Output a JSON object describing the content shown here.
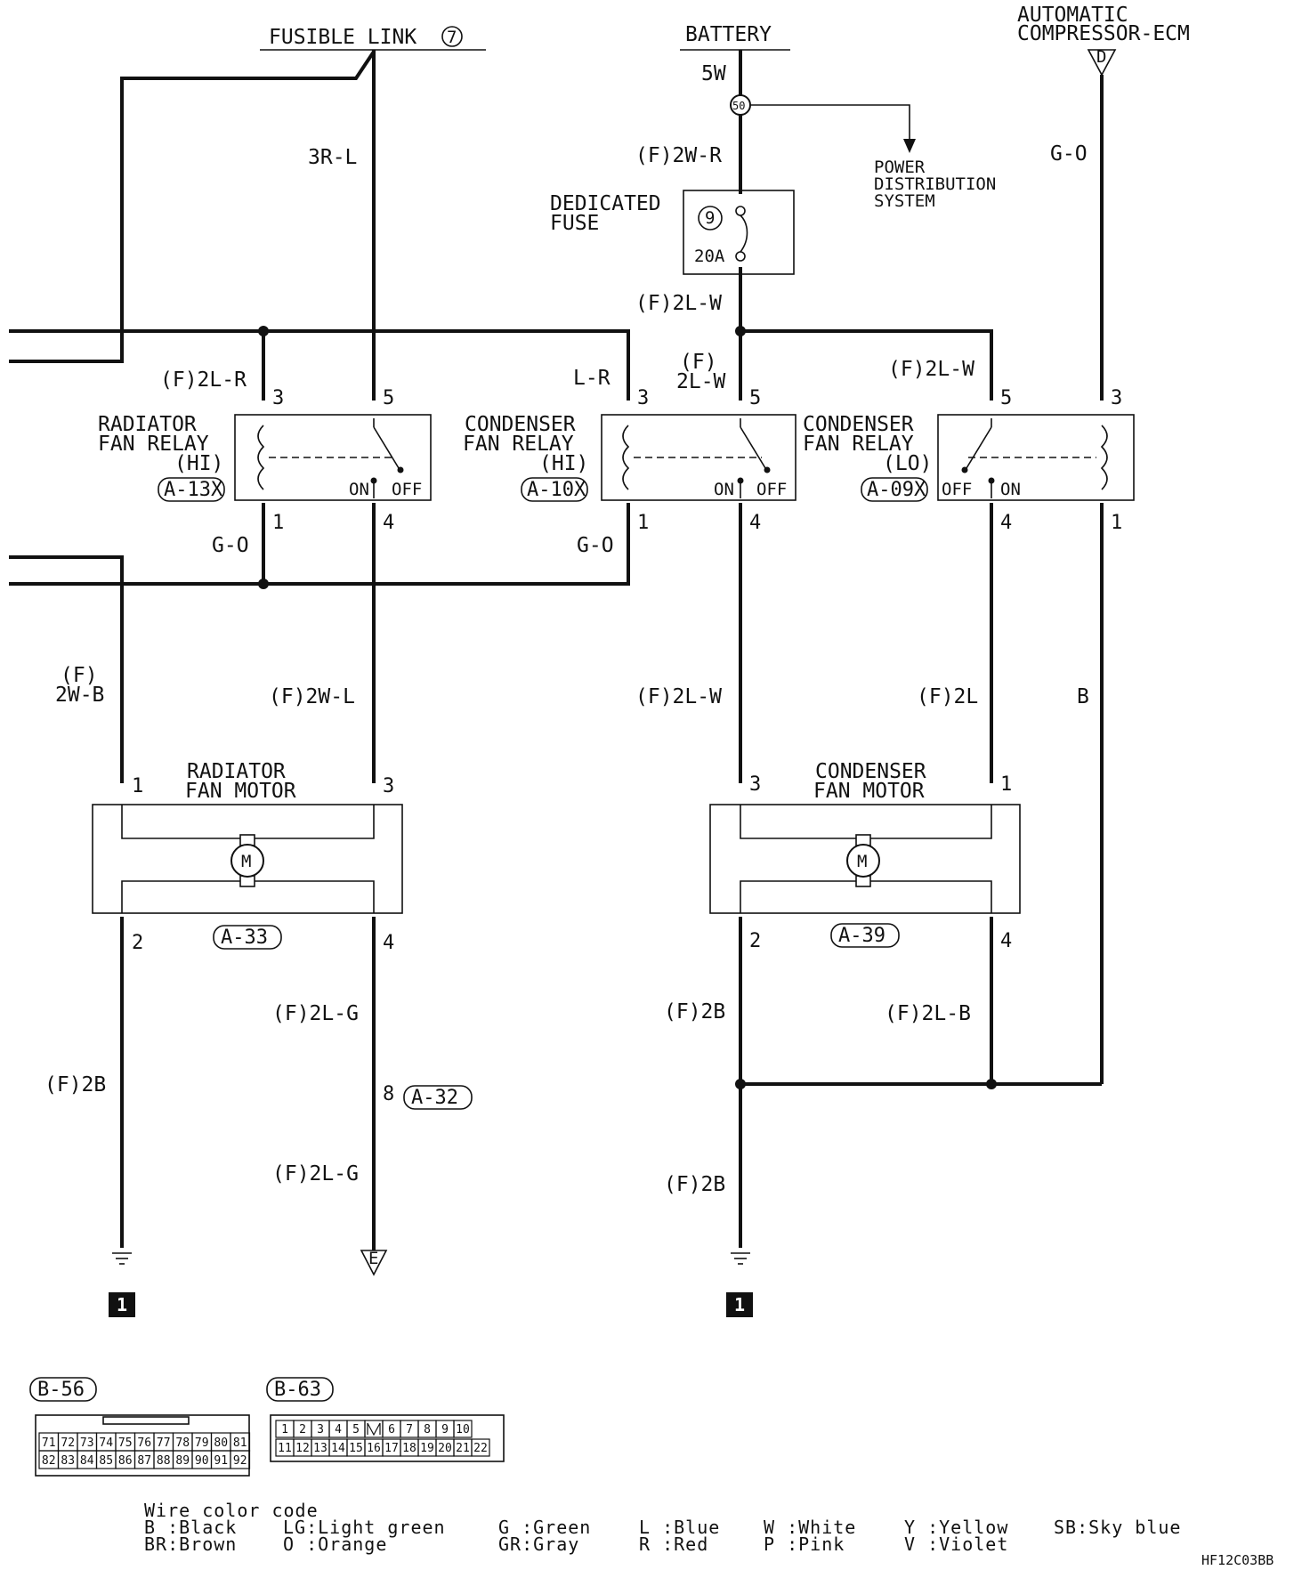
{
  "sources": {
    "fusible_link": "FUSIBLE LINK",
    "fusible_link_num": "7",
    "battery": "BATTERY",
    "ecm_line1": "AUTOMATIC",
    "ecm_line2": "COMPRESSOR-ECM",
    "ecm_terminal": "D",
    "power_dist_1": "POWER",
    "power_dist_2": "DISTRIBUTION",
    "power_dist_3": "SYSTEM",
    "splice": "50"
  },
  "fuse": {
    "label_1": "DEDICATED",
    "label_2": "FUSE",
    "number": "9",
    "rating": "20A"
  },
  "wires": {
    "w_3rl": "3R-L",
    "w_5w": "5W",
    "w_f2wr": "(F)2W-R",
    "w_go_ecm": "G-O",
    "w_f2lw_fuse": "(F)2L-W",
    "w_f2lr": "(F)2L-R",
    "w_lr": "L-R",
    "w_f_top": "(F)",
    "w_2lw": "2L-W",
    "w_f2lw_lo": "(F)2L-W",
    "w_go_1": "G-O",
    "w_go_2": "G-O",
    "w_f_2wb_a": "(F)",
    "w_f_2wb_b": "2W-B",
    "w_f2wl": "(F)2W-L",
    "w_f2lw_mid": "(F)2L-W",
    "w_f2l": "(F)2L",
    "w_b": "B",
    "w_f2lg_1": "(F)2L-G",
    "w_f2b_left": "(F)2B",
    "w_f2lg_2": "(F)2L-G",
    "w_f2b_mid": "(F)2B",
    "w_f2lb": "(F)2L-B",
    "w_f2b_low": "(F)2B"
  },
  "relays": {
    "rad_hi": {
      "l1": "RADIATOR",
      "l2": "FAN RELAY",
      "l3": "(HI)",
      "conn": "A-13X",
      "on": "ON",
      "off": "OFF",
      "p3": "3",
      "p5": "5",
      "p1": "1",
      "p4": "4"
    },
    "cond_hi": {
      "l1": "CONDENSER",
      "l2": "FAN RELAY",
      "l3": "(HI)",
      "conn": "A-10X",
      "on": "ON",
      "off": "OFF",
      "p3": "3",
      "p5": "5",
      "p1": "1",
      "p4": "4"
    },
    "cond_lo": {
      "l1": "CONDENSER",
      "l2": "FAN RELAY",
      "l3": "(LO)",
      "conn": "A-09X",
      "on": "ON",
      "off": "OFF",
      "p5": "5",
      "p3": "3",
      "p4": "4",
      "p1": "1"
    }
  },
  "motors": {
    "radiator": {
      "l1": "RADIATOR",
      "l2": "FAN MOTOR",
      "conn": "A-33",
      "p1": "1",
      "p3": "3",
      "p2": "2",
      "p4": "4",
      "symbol": "M"
    },
    "condenser": {
      "l1": "CONDENSER",
      "l2": "FAN MOTOR",
      "conn": "A-39",
      "p3": "3",
      "p1": "1",
      "p2": "2",
      "p4": "4",
      "symbol": "M"
    }
  },
  "misc": {
    "a32_pin": "8",
    "a32_conn": "A-32",
    "terminal_e": "E",
    "ground_num_1": "1",
    "ground_num_2": "1"
  },
  "connectors": {
    "b56": {
      "name": "B-56",
      "row1": [
        "71",
        "72",
        "73",
        "74",
        "75",
        "76",
        "77",
        "78",
        "79",
        "80",
        "81"
      ],
      "row2": [
        "82",
        "83",
        "84",
        "85",
        "86",
        "87",
        "88",
        "89",
        "90",
        "91",
        "92"
      ]
    },
    "b63": {
      "name": "B-63",
      "row1": [
        "1",
        "2",
        "3",
        "4",
        "5",
        "",
        "6",
        "7",
        "8",
        "9",
        "10"
      ],
      "row2": [
        "11",
        "12",
        "13",
        "14",
        "15",
        "16",
        "17",
        "18",
        "19",
        "20",
        "21",
        "22"
      ]
    }
  },
  "legend": {
    "title": "Wire color code",
    "col1_r1": "B :Black",
    "col1_r2": "BR:Brown",
    "col2_r1": "LG:Light green",
    "col2_r2": "O :Orange",
    "col3_r1": "G :Green",
    "col3_r2": "GR:Gray",
    "col4_r1": "L :Blue",
    "col4_r2": "R :Red",
    "col5_r1": "W :White",
    "col5_r2": "P :Pink",
    "col6_r1": "Y :Yellow",
    "col6_r2": "V :Violet",
    "col7_r1": "SB:Sky blue"
  },
  "code": "HF12C03BB"
}
